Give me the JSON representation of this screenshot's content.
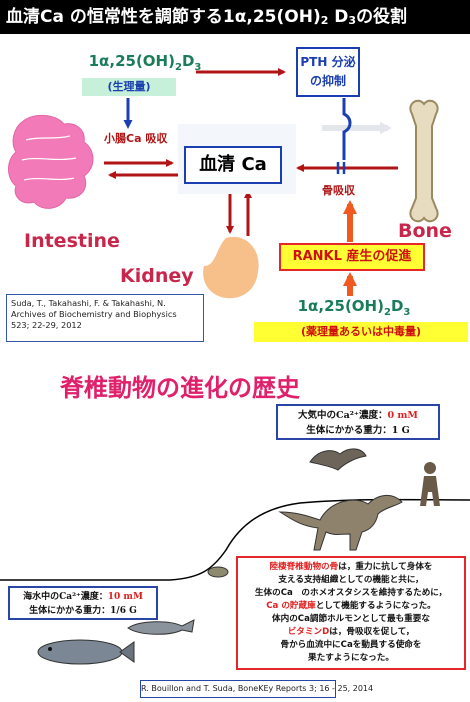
{
  "title": {
    "part1": "血清Ca の恒常性を調節する1α,25(OH)",
    "sub": "2",
    "part2": " D",
    "sub2": "3",
    "part3": "の役割"
  },
  "top_diagram": {
    "vitd_top": {
      "main": "1α,25(OH)",
      "sub1": "2",
      "mid": "D",
      "sub2": "3"
    },
    "physiological_label": "(生理量)",
    "pth_line1": "PTH 分泌",
    "pth_line2": "の抑制",
    "serum_ca": "血清 Ca",
    "intestinal_absorption": "小腸Ca 吸収",
    "bone_resorption": "骨吸収",
    "intestine_label": "Intestine",
    "bone_label": "Bone",
    "kidney_label": "Kidney",
    "rankl_label": "RANKL 産生の促進",
    "vitd_bottom": {
      "main": "1α,25(OH)",
      "sub1": "2",
      "mid": "D",
      "sub2": "3"
    },
    "pharmacological_label": "(薬理量あるいは中毒量)",
    "reference": {
      "line1": "Suda, T., Takahashi, F. & Takahashi, N.",
      "line2": "Archives of Biochemistry and Biophysics",
      "line3": "523; 22-29, 2012"
    },
    "colors": {
      "arrow_red": "#b01414",
      "arrow_orange": "#f05a20",
      "arrow_blue": "#1b3fb0",
      "accent_pink": "#c8264a",
      "vitd_green": "#1b7c5a"
    }
  },
  "evolution": {
    "title": "脊椎動物の進化の歴史",
    "air": {
      "line1_label": "大気中のCa²⁺濃度：",
      "line1_value": "0 mM",
      "line2": "生体にかかる重力：1 G"
    },
    "sea": {
      "line1_label": "海水中のCa²⁺濃度：",
      "line1_value": "10 mM",
      "line2": "生体にかかる重力：1/6 G"
    },
    "land_text": {
      "l1_red": "陸棲脊椎動物の骨",
      "l1_rest": "は，重力に抗して身体を",
      "l2": "支える支持組織としての機能と共に，",
      "l3": "生体のCa　のホメオスタシスを維持するために，",
      "l4_red": "Ca の貯蔵庫",
      "l4_rest": "として機能するようになった。",
      "l5": "体内のCa調節ホルモンとして最も重要な",
      "l6_red": "ビタミンD",
      "l6_rest": "は，骨吸収を促して，",
      "l7": "骨から血流中にCaを動員する使命を",
      "l8": "果たすようになった。"
    },
    "reference2": "R. Bouillon and T. Suda, BoneKEy Reports 3; 16 - 25, 2014"
  }
}
